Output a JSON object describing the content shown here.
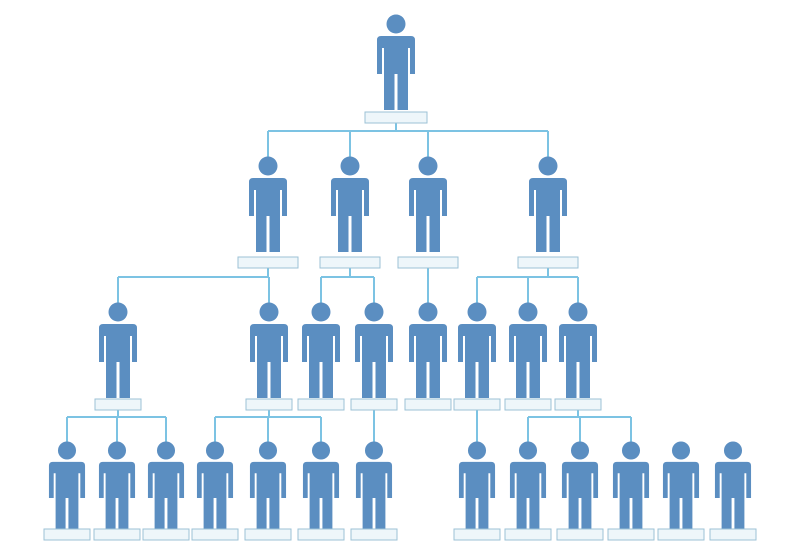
{
  "diagram": {
    "type": "org-chart",
    "colors": {
      "person": "#5b8ec1",
      "line": "#7cc3e3",
      "plate_fill": "#eef6fa",
      "plate_stroke": "#9cc2d6",
      "background": "#ffffff"
    },
    "levels": [
      1,
      4,
      8,
      13
    ],
    "nodes": [
      {
        "id": "n0",
        "parent": null,
        "level": 0
      },
      {
        "id": "n1",
        "parent": "n0",
        "level": 1
      },
      {
        "id": "n2",
        "parent": "n0",
        "level": 1
      },
      {
        "id": "n3",
        "parent": "n0",
        "level": 1
      },
      {
        "id": "n4",
        "parent": "n0",
        "level": 1
      },
      {
        "id": "n5",
        "parent": "n1",
        "level": 2
      },
      {
        "id": "n6",
        "parent": "n1",
        "level": 2
      },
      {
        "id": "n7",
        "parent": "n2",
        "level": 2
      },
      {
        "id": "n8",
        "parent": "n2",
        "level": 2
      },
      {
        "id": "n9",
        "parent": "n3",
        "level": 2
      },
      {
        "id": "n10",
        "parent": "n4",
        "level": 2
      },
      {
        "id": "n11",
        "parent": "n4",
        "level": 2
      },
      {
        "id": "n12",
        "parent": "n4",
        "level": 2
      },
      {
        "id": "n13",
        "parent": "n5",
        "level": 3
      },
      {
        "id": "n14",
        "parent": "n5",
        "level": 3
      },
      {
        "id": "n15",
        "parent": "n5",
        "level": 3
      },
      {
        "id": "n16",
        "parent": "n6",
        "level": 3
      },
      {
        "id": "n17",
        "parent": "n6",
        "level": 3
      },
      {
        "id": "n18",
        "parent": "n6",
        "level": 3
      },
      {
        "id": "n19",
        "parent": "n8",
        "level": 3
      },
      {
        "id": "n20",
        "parent": "n10",
        "level": 3
      },
      {
        "id": "n21",
        "parent": "n12",
        "level": 3
      },
      {
        "id": "n22",
        "parent": "n12",
        "level": 3
      },
      {
        "id": "n23",
        "parent": "n12",
        "level": 3
      },
      {
        "id": "n24",
        "parent": null,
        "level": 3
      },
      {
        "id": "n25",
        "parent": null,
        "level": 3
      }
    ]
  }
}
